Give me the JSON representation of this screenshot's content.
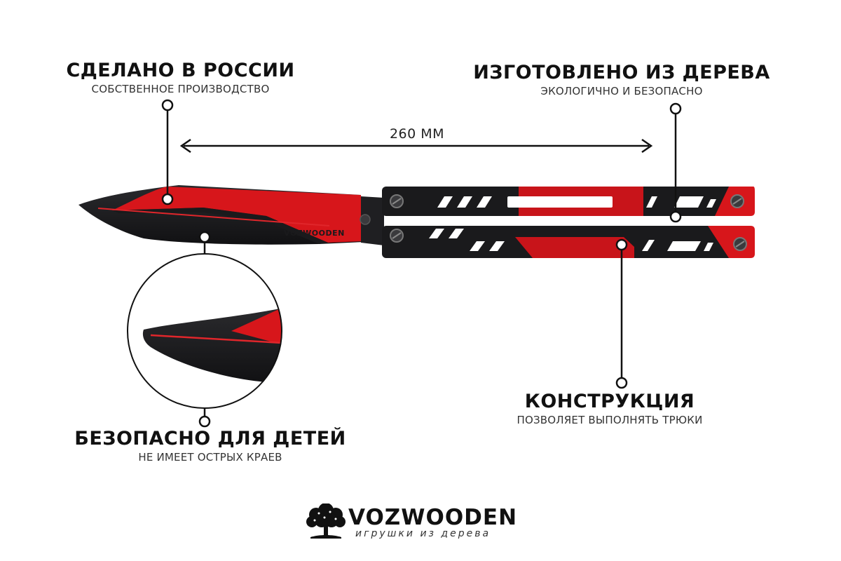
{
  "callouts": {
    "made_in": {
      "title": "СДЕЛАНО В РОССИИ",
      "subtitle": "СОБСТВЕННОЕ ПРОИЗВОДСТВО"
    },
    "material": {
      "title": "ИЗГОТОВЛЕНО ИЗ ДЕРЕВА",
      "subtitle": "ЭКОЛОГИЧНО И БЕЗОПАСНО"
    },
    "safe": {
      "title": "БЕЗОПАСНО ДЛЯ ДЕТЕЙ",
      "subtitle": "НЕ ИМЕЕТ ОСТРЫХ КРАЕВ"
    },
    "construction": {
      "title": "КОНСТРУКЦИЯ",
      "subtitle": "ПОЗВОЛЯЕТ ВЫПОЛНЯТЬ ТРЮКИ"
    }
  },
  "dimension": {
    "label": "260 ММ"
  },
  "product": {
    "blade_text": "VOZWOODEN"
  },
  "brand": {
    "name": "VOZWOODEN",
    "tagline": "игрушки из дерева"
  },
  "colors": {
    "accent_red": "#d7161b",
    "knife_black": "#1a1a1c",
    "background": "#ffffff"
  },
  "icons": [
    "tree-logo-icon",
    "callout-pin-icon"
  ]
}
